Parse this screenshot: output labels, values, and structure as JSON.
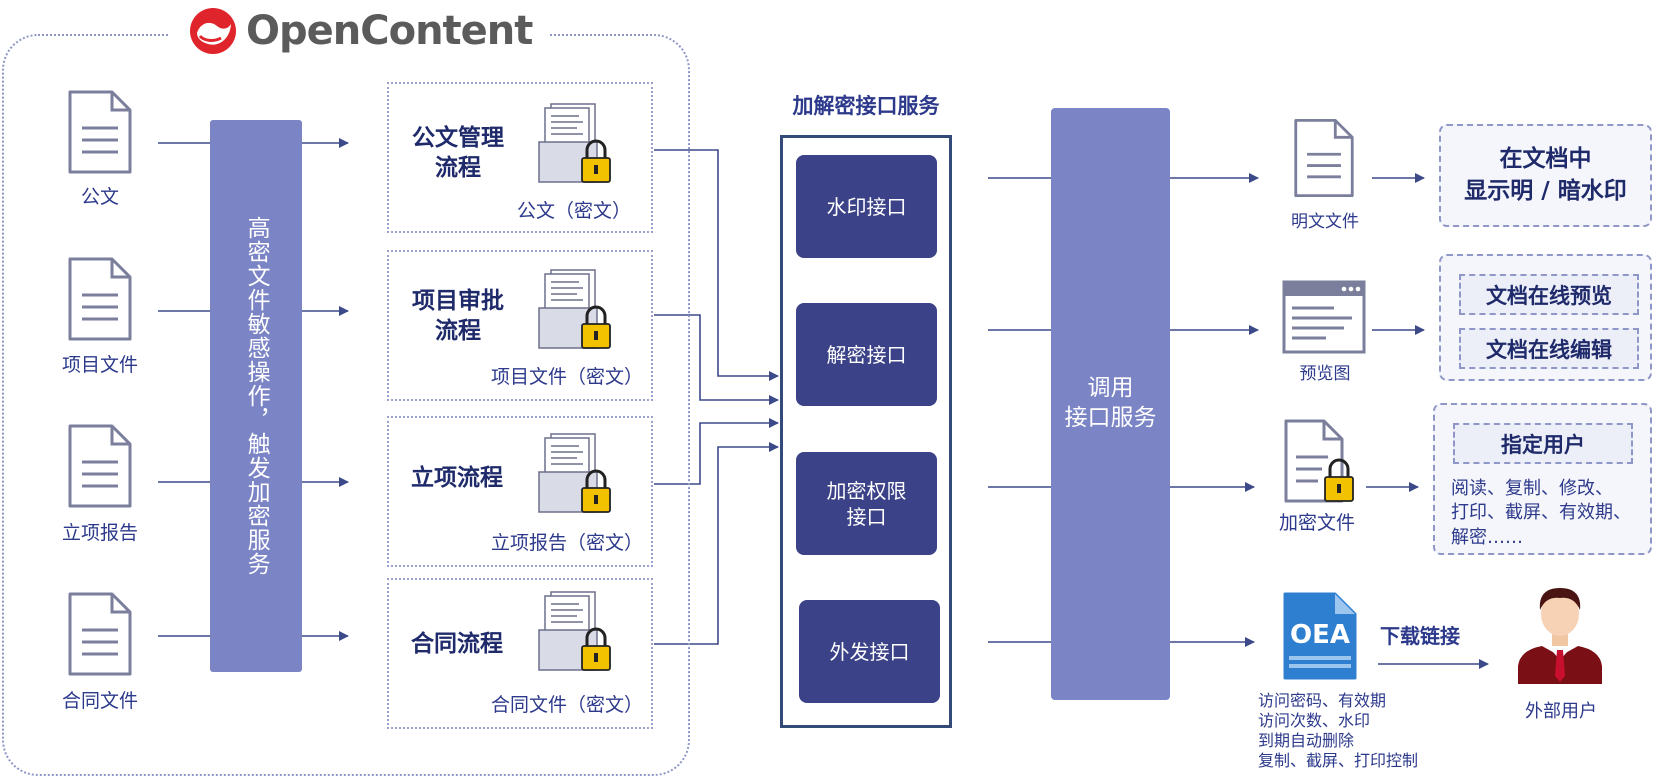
{
  "brand": {
    "name": "OpenContent"
  },
  "sources": [
    {
      "label": "公文"
    },
    {
      "label": "项目文件"
    },
    {
      "label": "立项报告"
    },
    {
      "label": "合同文件"
    }
  ],
  "encrypt_bar": {
    "label": "高密文件敏感操作，触发加密服务"
  },
  "processes": [
    {
      "title": "公文管理\n流程",
      "file": "公文（密文）"
    },
    {
      "title": "项目审批\n流程",
      "file": "项目文件（密文）"
    },
    {
      "title": "立项流程",
      "file": "立项报告（密文）"
    },
    {
      "title": "合同流程",
      "file": "合同文件（密文）"
    }
  ],
  "service": {
    "title": "加解密接口服务",
    "buttons": [
      "水印接口",
      "解密接口",
      "加密权限\n接口",
      "外发接口"
    ]
  },
  "call_bar": {
    "label": "调用\n接口服务"
  },
  "outputs": {
    "plain": {
      "icon_label": "明文文件",
      "box": "在文档中\n显示明 / 暗水印"
    },
    "preview": {
      "icon_label": "预览图",
      "items": [
        "文档在线预览",
        "文档在线编辑"
      ]
    },
    "encrypted": {
      "icon_label": "加密文件",
      "header": "指定用户",
      "perms": "阅读、复制、修改、\n打印、截屏、有效期、\n解密……"
    },
    "external": {
      "icon_text": "OEA",
      "link_label": "下载链接",
      "user_label": "外部用户",
      "controls": [
        "访问密码、有效期",
        "访问次数、水印",
        "到期自动删除",
        "复制、截屏、打印控制"
      ]
    }
  },
  "colors": {
    "primary": "#3b4287",
    "bar": "#7b84c5",
    "text": "#2d3a8c",
    "arrow": "#3d4a8a",
    "lock": "#f2c200",
    "logo_red": "#e0242b"
  }
}
